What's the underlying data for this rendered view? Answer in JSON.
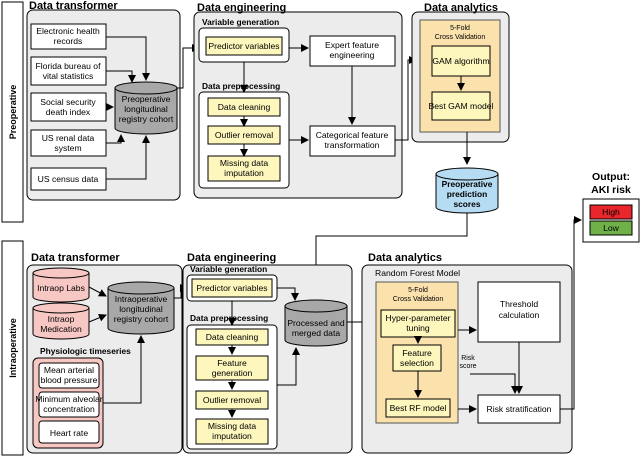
{
  "side_labels": {
    "top": "Preoperative",
    "bottom": "Intraoperative"
  },
  "pre": {
    "transformer_title": "Data transformer",
    "sources": [
      [
        "Electronic health",
        "records"
      ],
      [
        "Florida bureau of",
        "vital statistics"
      ],
      [
        "Social security",
        "death index"
      ],
      [
        "US renal data",
        "system"
      ],
      [
        "US census data"
      ]
    ],
    "cohort": [
      "Preoperative",
      "longitudinal",
      "registry cohort"
    ],
    "engineering_title": "Data engineering",
    "variable_generation": "Variable generation",
    "predictor_variables": "Predictor variables",
    "data_preprocessing": "Data preprocessing",
    "steps": [
      [
        "Data cleaning"
      ],
      [
        "Outlier removal"
      ],
      [
        "Missing data",
        "imputation"
      ]
    ],
    "expert_feature": [
      "Expert feature",
      "engineering"
    ],
    "categorical_feature": [
      "Categorical feature",
      "transformation"
    ],
    "analytics_title": "Data analytics",
    "cv_label": [
      "5-Fold",
      "Cross Validation"
    ],
    "gam_algorithm": "GAM algorithm",
    "best_gam": "Best GAM model"
  },
  "middle": {
    "pre_scores": [
      "Preoperative",
      "prediction",
      "scores"
    ],
    "output_title": [
      "Output:",
      "AKI risk"
    ],
    "high": "High",
    "low": "Low",
    "colors": {
      "high": "#e8262b",
      "low": "#6fb148",
      "pre_scores": "#b6dcf3",
      "labs": "#f7c7c4",
      "yellow": "#fdf6bd",
      "orange": "#fbe2ad"
    }
  },
  "intra": {
    "transformer_title": "Data transformer",
    "labs": "Intraop Labs",
    "medication": [
      "Intraop",
      "Medication"
    ],
    "cohort": [
      "Intraoperative",
      "longitudinal",
      "registry cohort"
    ],
    "physiologic_title": "Physiologic timeseries",
    "physiologic": [
      [
        "Mean arterial",
        "blood pressure"
      ],
      [
        "Minimum alveolar",
        "concentration"
      ],
      [
        "Heart rate"
      ]
    ],
    "engineering_title": "Data engineering",
    "variable_generation": "Variable generation",
    "predictor_variables": "Predictor variables",
    "data_preprocessing": "Data preprocessing",
    "steps": [
      [
        "Data cleaning"
      ],
      [
        "Feature",
        "generation"
      ],
      [
        "Outlier removal"
      ],
      [
        "Missing data",
        "imputation"
      ]
    ],
    "merged": [
      "Processed and",
      "merged data"
    ],
    "analytics_title": "Data analytics",
    "rf_model": "Random Forest Model",
    "cv_label": [
      "5-Fold",
      "Cross Validation"
    ],
    "hyper": [
      "Hyper-parameter",
      "tuning"
    ],
    "feature_selection": [
      "Feature",
      "selection"
    ],
    "best_rf": "Best RF model",
    "threshold": [
      "Threshold",
      "calculation"
    ],
    "risk_score": [
      "Risk",
      "score"
    ],
    "risk_strat": "Risk stratification"
  }
}
